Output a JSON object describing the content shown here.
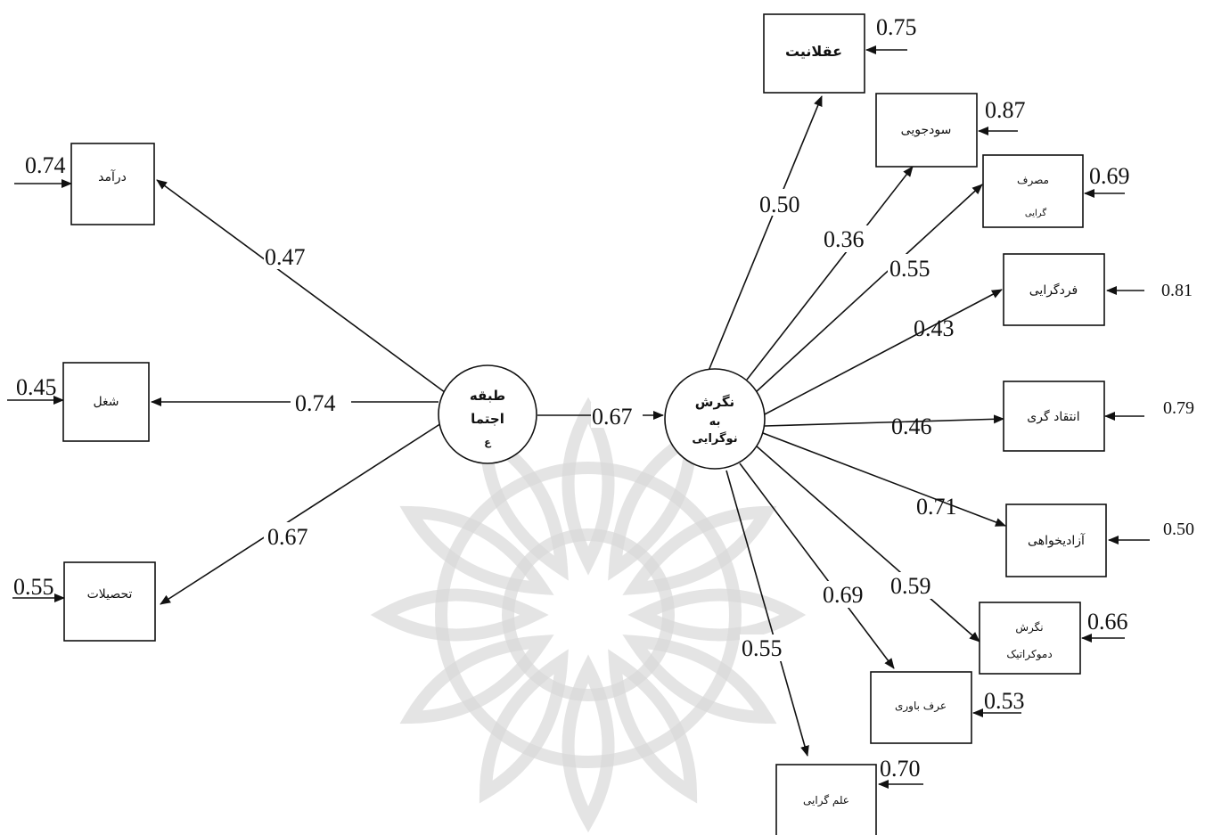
{
  "latent": {
    "social_class": [
      "طبقه",
      "اجتما",
      "ع"
    ],
    "attitude_modernism": [
      "نگرش",
      "به",
      "نوگرایی"
    ]
  },
  "indicators": {
    "income": {
      "label": [
        "درآمد"
      ],
      "error": "0.74",
      "loading": "0.47"
    },
    "occupation": {
      "label": [
        "شغل"
      ],
      "error": "0.45",
      "loading": "0.74"
    },
    "education": {
      "label": [
        "تحصیلات"
      ],
      "error": "0.55",
      "loading": "0.67"
    },
    "rationality": {
      "label": [
        "عقلانیت"
      ],
      "error": "0.75",
      "loading": "0.50"
    },
    "profit_seeking": {
      "label": [
        "سودجویی"
      ],
      "error": "0.87",
      "loading": "0.36"
    },
    "consumerism": {
      "label": [
        "مصرف",
        "گرایی"
      ],
      "error": "0.69",
      "loading": "0.55"
    },
    "individualism": {
      "label": [
        "فردگرایی"
      ],
      "error": "0.81",
      "loading": "0.43"
    },
    "criticism": {
      "label": [
        "انتقاد گری"
      ],
      "error": "0.79",
      "loading": "0.46"
    },
    "liberalism": {
      "label": [
        "آزادیخواهی"
      ],
      "error": "0.50",
      "loading": "0.71"
    },
    "democratic_attitude": {
      "label": [
        "نگرش",
        "دموکراتیک"
      ],
      "error": "0.66",
      "loading": "0.59"
    },
    "custom_belief": {
      "label": [
        "عرف باوری"
      ],
      "error": "0.53",
      "loading": "0.69"
    },
    "scientism": {
      "label": [
        "علم گرایی"
      ],
      "error": "0.70",
      "loading": "0.55"
    }
  },
  "structural_path": "0.67",
  "style": {
    "line_color": "#111111",
    "watermark_color": "#d9d9d9"
  }
}
